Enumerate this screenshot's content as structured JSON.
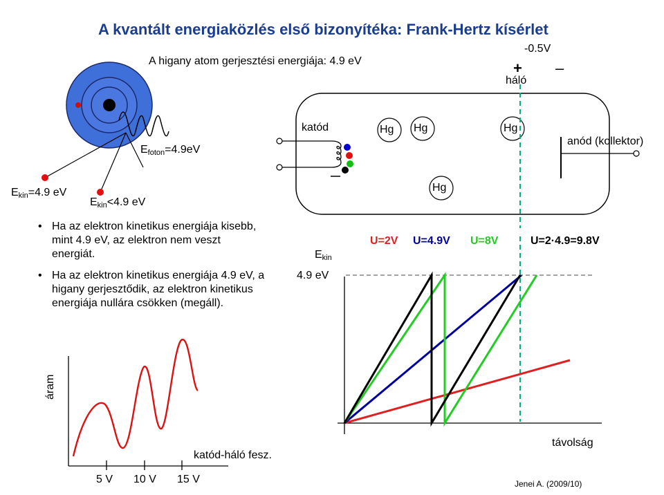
{
  "title": "A kvantált energiaközlés első bizonyítéka: Frank-Hertz kísérlet",
  "subtitle": "A higany atom gerjesztési energiája: 4.9 eV",
  "voltage": "-0.5V",
  "plus": "+",
  "minus": "–",
  "halo": "háló",
  "katod": "katód",
  "anod": "anód (kollektor)",
  "hg": "Hg",
  "efoton": {
    "e": "E",
    "sub": "foton",
    "rest": "=4.9eV"
  },
  "ekin1": {
    "e": "E",
    "sub": "kin",
    "rest": "=4.9 eV"
  },
  "ekin2": {
    "e": "E",
    "sub": "kin",
    "rest": "<4.9 eV"
  },
  "bullets": [
    "Ha az elektron kinetikus energiája kisebb, mint 4.9 eV, az elektron nem veszt energiát.",
    "Ha az elektron kinetikus energiája 4.9 eV, a higany gerjesztődik, az elektron kinetikus energiája nullára csökken (megáll)."
  ],
  "right_chart": {
    "ylabel_e": "E",
    "ylabel_sub": "kin",
    "ylevel_label": "4.9 eV",
    "xlabel": "távolság",
    "series_labels": [
      "U=2V",
      "U=4.9V",
      "U=8V",
      "U=2·4.9=9.8V"
    ]
  },
  "left_chart": {
    "ylabel": "áram",
    "xlabel": "katód-háló fesz.",
    "ticks": [
      "5 V",
      "10 V",
      "15 V"
    ]
  },
  "credit": "Jenei A. (2009/10)",
  "colors": {
    "title": "#1a3d8f",
    "u2": "#e02020",
    "u49": "#0000a0",
    "u8": "#22cc22",
    "u98": "#000000",
    "grid_line": "#00b080",
    "atom_outer": "#3f6fd8",
    "atom_inner": "#3a66d0"
  },
  "chart_data": {
    "type": "line",
    "xlabel": "távolság",
    "ylabel": "E kin",
    "series": [
      {
        "name": "U=2V"
      },
      {
        "name": "U=4.9V"
      },
      {
        "name": "U=8V"
      },
      {
        "name": "U=2·4.9=9.8V"
      }
    ]
  }
}
